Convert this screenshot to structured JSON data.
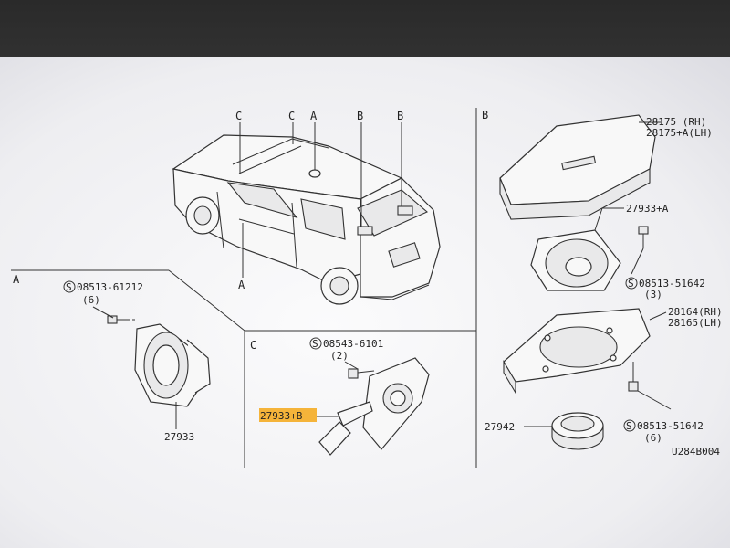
{
  "screen": {
    "highlight_color": "#f5b43a",
    "line_color": "#333333"
  },
  "car": {
    "callouts": {
      "c1": "C",
      "c2": "C",
      "a_top": "A",
      "b1": "B",
      "b2": "B",
      "a_bottom": "A"
    }
  },
  "panel_a": {
    "letter": "A",
    "screw_code": "08513-61212",
    "screw_qty": "(6)",
    "speaker_part": "27933"
  },
  "panel_c": {
    "letter": "C",
    "screw_code": "08543-6101",
    "screw_qty": "(2)",
    "tweeter_part": "27933+B"
  },
  "panel_b": {
    "letter": "B",
    "cover_part_rh": "28175 (RH)",
    "cover_part_lh": "28175+A(LH)",
    "speaker_part": "27933+A",
    "screw1_code": "08513-51642",
    "screw1_qty": "(3)",
    "bracket_part_rh": "28164(RH)",
    "bracket_part_lh": "28165(LH)",
    "ring_part": "27942",
    "screw2_code": "08513-51642",
    "screw2_qty": "(6)",
    "diagram_code": "U284B004"
  },
  "symbols": {
    "s_circle": "S"
  }
}
